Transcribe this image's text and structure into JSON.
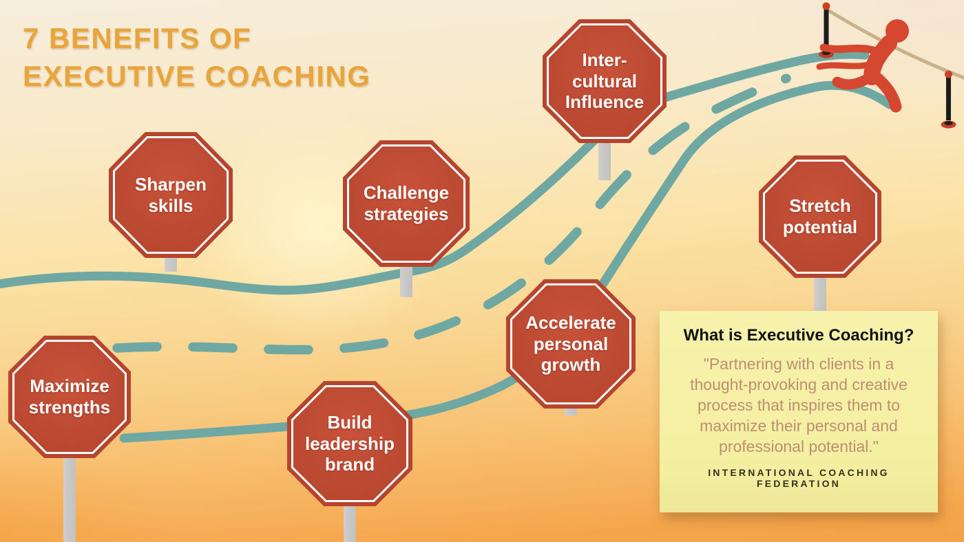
{
  "title": {
    "line1": "7 BENEFITS OF",
    "line2": "EXECUTIVE COACHING"
  },
  "signs": [
    {
      "id": "sharpen-skills",
      "label": "Sharpen\nskills"
    },
    {
      "id": "challenge-strategies",
      "label": "Challenge\nstrategies"
    },
    {
      "id": "intercultural-influence",
      "label": "Inter-\ncultural\nInfluence"
    },
    {
      "id": "stretch-potential",
      "label": "Stretch\npotential"
    },
    {
      "id": "accelerate-personal-growth",
      "label": "Accelerate\npersonal\ngrowth"
    },
    {
      "id": "maximize-strengths",
      "label": "Maximize\nstrengths"
    },
    {
      "id": "build-leadership-brand",
      "label": "Build\nleadership\nbrand"
    }
  ],
  "note": {
    "heading": "What is Executive Coaching?",
    "quote": "\"Partnering with clients in a thought-provoking  and creative process that inspires them to maximize their personal and professional potential.\"",
    "attribution": "INTERNATIONAL COACHING FEDERATION"
  },
  "icons": {
    "runner-icon": "red running figure breaking the finish tape",
    "finish-pole-left-icon": "black pole with red cap and base",
    "finish-pole-right-icon": "black pole with red cap and base",
    "finish-ribbon-icon": "tan finish-line tape",
    "road-icon": "teal winding road with dashed centerline",
    "sign-post-icon": "gray signpost"
  },
  "colors": {
    "title_orange": "#E8A43D",
    "sign_red": "#BE4A32",
    "sign_ring_white": "#FFFFFF",
    "road_teal": "#6FA7A3",
    "post_gray": "#C9C7C4",
    "note_bg": "#F5F0A3",
    "note_heading": "#121212",
    "note_quote": "#BE8E71",
    "note_attribution": "#35301F",
    "runner_red": "#D5472E",
    "ribbon_tan": "#C8B28C",
    "pole_black": "#1C1C1C",
    "bg_top": "#F6EDDC",
    "bg_mid": "#FBE2A4",
    "bg_bottom": "#F4A148"
  }
}
